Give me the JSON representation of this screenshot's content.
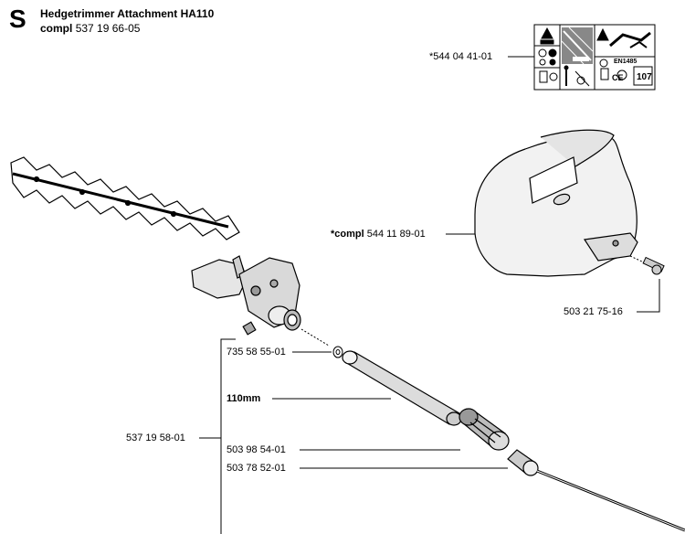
{
  "header": {
    "section_letter": "S",
    "title": "Hedgetrimmer Attachment HA110",
    "compl_word": "compl",
    "compl_number": "537 19 66-05"
  },
  "labels": {
    "decal": "*544 04 41-01",
    "guard_compl_word": "*compl",
    "guard_number": "544 11 89-01",
    "screw": "503 21 75-16",
    "washer": "735 58 55-01",
    "tube_length": "110mm",
    "group": "537 19 58-01",
    "bushing": "503 98 54-01",
    "sleeve": "503 78 52-01"
  },
  "decal_text": {
    "standard": "EN1485",
    "db_value": "107",
    "ce_mark": "CE"
  }
}
